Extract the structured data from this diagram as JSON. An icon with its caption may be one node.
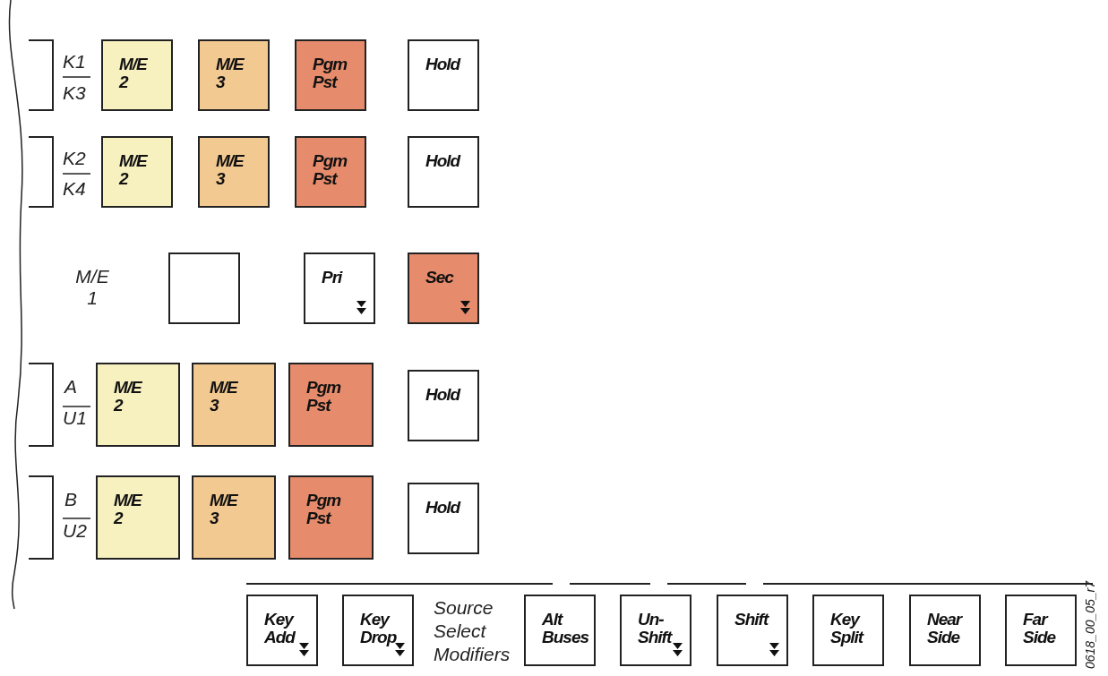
{
  "diagram": {
    "nodes": [
      {
        "text": [],
        "shape": "box"
      },
      {
        "text": [
          "M/E 2"
        ]
      },
      {
        "text": [
          "M/E 3"
        ]
      },
      {
        "text": [
          "Pgm Pst"
        ]
      },
      {
        "text": [
          "Hold"
        ]
      },
      {
        "text": [],
        "shape": "box"
      },
      {
        "text": [
          "M/E 2"
        ]
      },
      {
        "text": [
          "M/E 3"
        ]
      },
      {
        "text": [
          "Pgm Pst"
        ]
      },
      {
        "text": [
          "Hold"
        ]
      },
      {
        "text": [],
        "shape": "box"
      },
      {
        "text": [
          "Pri"
        ]
      },
      {
        "text": [
          "Sec"
        ]
      },
      {
        "text": [],
        "shape": "box"
      },
      {
        "text": [
          "M/E 2"
        ]
      },
      {
        "text": [
          "M/E 3"
        ]
      },
      {
        "text": [
          "Pgm Pst"
        ]
      },
      {
        "text": [
          "Hold"
        ]
      },
      {
        "text": [],
        "shape": "box"
      },
      {
        "text": [
          "M/E 2"
        ]
      },
      {
        "text": [
          "M/E 3"
        ]
      },
      {
        "text": [
          "Pgm Pst"
        ]
      },
      {
        "text": [
          "Hold"
        ]
      },
      {
        "text": [
          "Key Add"
        ]
      },
      {
        "text": [
          "Key Drop"
        ]
      },
      {
        "text": [
          "Alt Buses"
        ]
      },
      {
        "text": [
          "Un-Shift"
        ]
      },
      {
        "text": [
          "Shift"
        ]
      },
      {
        "text": [
          "Key Split"
        ]
      },
      {
        "text": [
          "Near Side"
        ]
      },
      {
        "text": [
          "Far Side"
        ]
      }
    ],
    "edges": [],
    "labels": [
      "K1",
      "K3",
      "K2",
      "K4",
      "M/E 1",
      "A",
      "U1",
      "B",
      "U2",
      "Source Select Modifiers",
      "0618_00_05_r7"
    ]
  }
}
